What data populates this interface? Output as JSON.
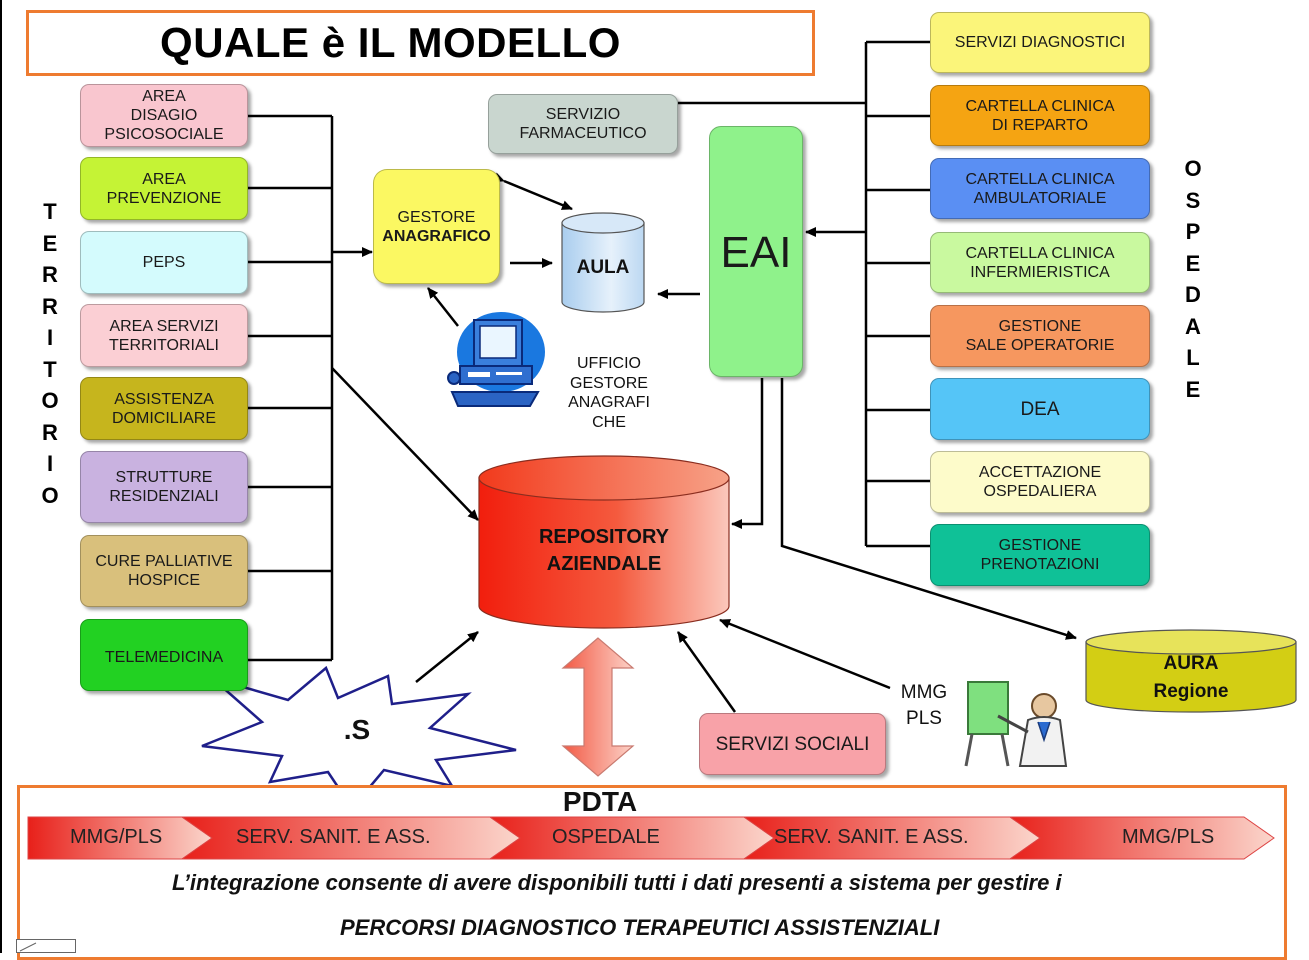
{
  "title": "QUALE è IL MODELLO",
  "side_labels": {
    "territorio": "T\nE\nR\nR\nI\nT\nO\nR\nI\nO",
    "ospedale": "O\nS\nP\nE\nD\nA\nL\nE"
  },
  "territorio_items": [
    {
      "label": "AREA\nDISAGIO\nPSICOSOCIALE",
      "color": "#f9c6cf"
    },
    {
      "label": "AREA\nPREVENZIONE",
      "color": "#c5f335"
    },
    {
      "label": "PEPS",
      "color": "#d4fbfd"
    },
    {
      "label": "AREA  SERVIZI\nTERRITORIALI",
      "color": "#fbcfd4"
    },
    {
      "label": "ASSISTENZA\nDOMICILIARE",
      "color": "#c6b51d"
    },
    {
      "label": "STRUTTURE\nRESIDENZIALI",
      "color": "#c9b2e0"
    },
    {
      "label": "CURE PALLIATIVE\nHOSPICE",
      "color": "#d9c07c"
    },
    {
      "label": "TELEMEDICINA",
      "color": "#22d122"
    }
  ],
  "ospedale_items": [
    {
      "label": "SERVIZI DIAGNOSTICI",
      "color": "#fbf57a"
    },
    {
      "label": "CARTELLA CLINICA\nDI REPARTO",
      "color": "#f5a412"
    },
    {
      "label": "CARTELLA CLINICA\nAMBULATORIALE",
      "color": "#5a8ff3"
    },
    {
      "label": "CARTELLA CLINICA\nINFERMIERISTICA",
      "color": "#c9f99f"
    },
    {
      "label": "GESTIONE\nSALE OPERATORIE",
      "color": "#f6975f"
    },
    {
      "label": "DEA",
      "color": "#55c5f7"
    },
    {
      "label": "ACCETTAZIONE\nOSPEDALIERA",
      "color": "#fdfbca"
    },
    {
      "label": "GESTIONE\nPRENOTAZIONI",
      "color": "#0fc197"
    }
  ],
  "center": {
    "servizio_farmaceutico": "SERVIZIO\nFARMACEUTICO",
    "gestore_anagrafico_line1": "GESTORE",
    "gestore_anagrafico_line2": "ANAGRAFICO",
    "aula": "AULA",
    "eai": "EAI",
    "ufficio": "UFFICIO\nGESTORE\nANAGRAFI\nCHE",
    "repository": "REPOSITORY\nAZIENDALE",
    "aura": "AURA\nRegione",
    "mmg_pls": "MMG\nPLS",
    "servizi_sociali": "SERVIZI SOCIALI",
    "star_label": ".S"
  },
  "pdta": {
    "title": "PDTA",
    "chevrons": [
      "MMG/PLS",
      "SERV. SANIT. E ASS.",
      "OSPEDALE",
      "SERV. SANIT. E ASS.",
      "MMG/PLS"
    ],
    "line1": "L’integrazione consente di avere disponibili tutti i dati presenti a sistema per gestire i",
    "line2": "PERCORSI DIAGNOSTICO TERAPEUTICI ASSISTENZIALI"
  },
  "colors": {
    "accent_orange": "#ee7b30",
    "eai_green": "#8ff28b",
    "repository_red": "#f23a1c",
    "aura_olive": "#d8d317",
    "servizio_farmaceutico": "#c9d6cf",
    "gestore": "#fbf862",
    "aula": "#cfe5f7",
    "servizi_sociali": "#f8a2a8"
  }
}
